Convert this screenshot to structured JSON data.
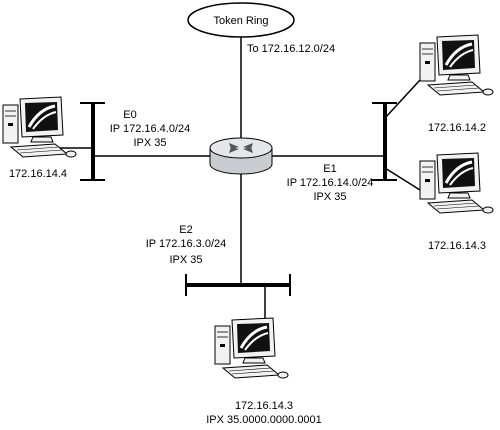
{
  "token_ring": {
    "label": "Token Ring",
    "route": "To 172.16.12.0/24"
  },
  "interfaces": {
    "e0": {
      "name": "E0",
      "ip": "IP 172.16.4.0/24",
      "ipx": "IPX 35"
    },
    "e1": {
      "name": "E1",
      "ip": "IP 172.16.14.0/24",
      "ipx": "IPX 35"
    },
    "e2": {
      "name": "E2",
      "ip": "IP 172.16.3.0/24",
      "ipx": "IPX 35"
    }
  },
  "hosts": {
    "left": {
      "ip": "172.16.14.4"
    },
    "top_right": {
      "ip": "172.16.14.2"
    },
    "mid_right": {
      "ip": "172.16.14.3"
    },
    "bottom": {
      "ip": "172.16.14.3",
      "ipx": "IPX 35.0000.0000.0001"
    }
  },
  "colors": {
    "line": "#000000",
    "router_body": "#c9ccd1",
    "router_top": "#e4e6ea",
    "screen": "#111111",
    "pc_body": "#f2f2f2"
  }
}
